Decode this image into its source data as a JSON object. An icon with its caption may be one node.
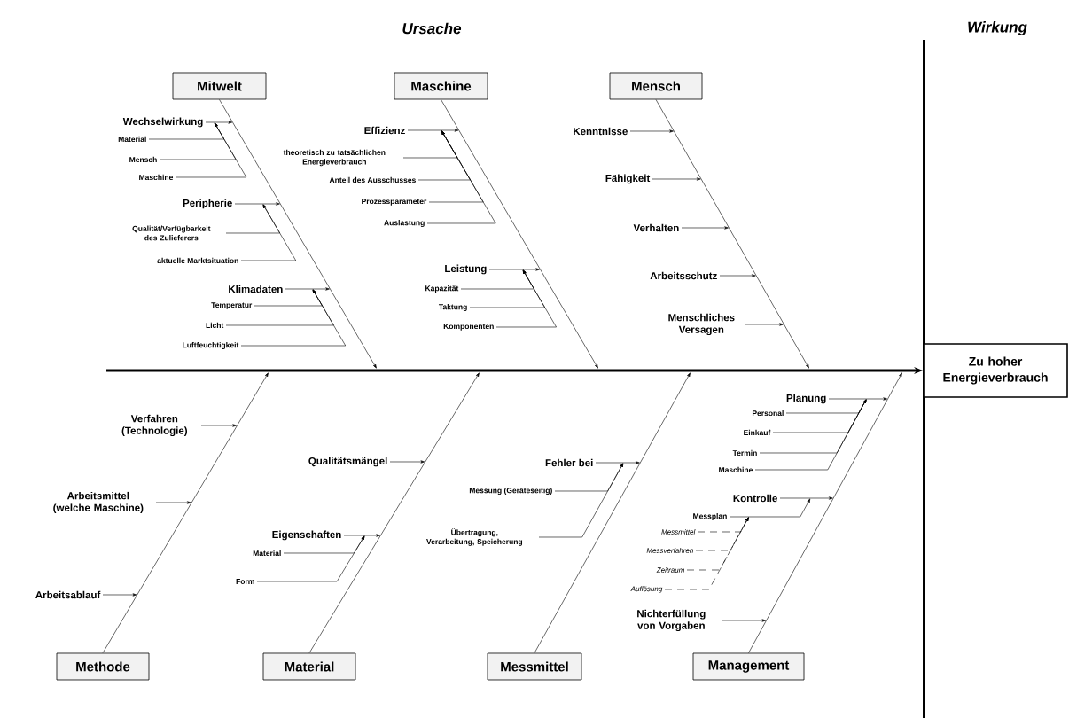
{
  "diagram": {
    "nodes": [
      {
        "text": [
          "Mitwelt"
        ]
      },
      {
        "text": [
          "Wechselwirkung"
        ]
      },
      {
        "text": [
          "Material"
        ]
      },
      {
        "text": [
          "Mensch"
        ]
      },
      {
        "text": [
          "Maschine"
        ]
      },
      {
        "text": [
          "Peripherie"
        ]
      },
      {
        "text": [
          "Qualität/Verfügbarkeit des Zulieferers"
        ]
      },
      {
        "text": [
          "aktuelle Marktsituation"
        ]
      },
      {
        "text": [
          "Klimadaten"
        ]
      },
      {
        "text": [
          "Temperatur"
        ]
      },
      {
        "text": [
          "Licht"
        ]
      },
      {
        "text": [
          "Luftfeuchtigkeit"
        ]
      },
      {
        "text": [
          "Maschine"
        ]
      },
      {
        "text": [
          "Effizienz"
        ]
      },
      {
        "text": [
          "theoretisch zu tatsächlichen Energieverbrauch"
        ]
      },
      {
        "text": [
          "Anteil des Ausschusses"
        ]
      },
      {
        "text": [
          "Prozessparameter"
        ]
      },
      {
        "text": [
          "Auslastung"
        ]
      },
      {
        "text": [
          "Leistung"
        ]
      },
      {
        "text": [
          "Kapazität"
        ]
      },
      {
        "text": [
          "Taktung"
        ]
      },
      {
        "text": [
          "Komponenten"
        ]
      },
      {
        "text": [
          "Mensch"
        ]
      },
      {
        "text": [
          "Kenntnisse"
        ]
      },
      {
        "text": [
          "Fähigkeit"
        ]
      },
      {
        "text": [
          "Verhalten"
        ]
      },
      {
        "text": [
          "Arbeitsschutz"
        ]
      },
      {
        "text": [
          "Menschliches Versagen"
        ]
      },
      {
        "text": [
          "Zu hoher Energieverbrauch"
        ]
      },
      {
        "text": [
          "Verfahren (Technologie)"
        ]
      },
      {
        "text": [
          "Arbeitsmittel (welche Maschine)"
        ]
      },
      {
        "text": [
          "Arbeitsablauf"
        ]
      },
      {
        "text": [
          "Methode"
        ]
      },
      {
        "text": [
          "Qualitätsmängel"
        ]
      },
      {
        "text": [
          "Eigenschaften"
        ]
      },
      {
        "text": [
          "Material"
        ]
      },
      {
        "text": [
          "Form"
        ]
      },
      {
        "text": [
          "Material"
        ]
      },
      {
        "text": [
          "Fehler bei"
        ]
      },
      {
        "text": [
          "Messung (Geräteseitig)"
        ]
      },
      {
        "text": [
          "Übertragung, Verarbeitung, Speicherung"
        ]
      },
      {
        "text": [
          "Messmittel"
        ]
      },
      {
        "text": [
          "Planung"
        ]
      },
      {
        "text": [
          "Personal"
        ]
      },
      {
        "text": [
          "Einkauf"
        ]
      },
      {
        "text": [
          "Termin"
        ]
      },
      {
        "text": [
          "Maschine"
        ]
      },
      {
        "text": [
          "Kontrolle"
        ]
      },
      {
        "text": [
          "Messplan"
        ]
      },
      {
        "text": [
          "Messmittel"
        ]
      },
      {
        "text": [
          "Messverfahren"
        ]
      },
      {
        "text": [
          "Zeitraum"
        ]
      },
      {
        "text": [
          "Auflösung"
        ]
      },
      {
        "text": [
          "Nichterfüllung von Vorgaben"
        ]
      },
      {
        "text": [
          "Management"
        ]
      }
    ],
    "edges": [
      {
        "from": null,
        "to": 28,
        "arrow": "to",
        "style": "thick"
      },
      {
        "from": 0,
        "to": null,
        "arrow": "to"
      },
      {
        "from": 12,
        "to": null,
        "arrow": "to"
      },
      {
        "from": 22,
        "to": null,
        "arrow": "to"
      },
      {
        "from": 32,
        "to": null,
        "arrow": "to"
      },
      {
        "from": 37,
        "to": null,
        "arrow": "to"
      },
      {
        "from": 41,
        "to": null,
        "arrow": "to"
      },
      {
        "from": 54,
        "to": null,
        "arrow": "to"
      },
      {
        "from": 1,
        "to": null,
        "arrow": "to"
      },
      {
        "from": 2,
        "to": 1,
        "arrow": "to"
      },
      {
        "from": 3,
        "to": 1,
        "arrow": "to"
      },
      {
        "from": 4,
        "to": 1,
        "arrow": "to"
      },
      {
        "from": 5,
        "to": null,
        "arrow": "to"
      },
      {
        "from": 6,
        "to": 5,
        "arrow": "to"
      },
      {
        "from": 7,
        "to": 5,
        "arrow": "to"
      },
      {
        "from": 8,
        "to": null,
        "arrow": "to"
      },
      {
        "from": 9,
        "to": 8,
        "arrow": "to"
      },
      {
        "from": 10,
        "to": 8,
        "arrow": "to"
      },
      {
        "from": 11,
        "to": 8,
        "arrow": "to"
      },
      {
        "from": 13,
        "to": null,
        "arrow": "to"
      },
      {
        "from": 14,
        "to": 13,
        "arrow": "to"
      },
      {
        "from": 15,
        "to": 13,
        "arrow": "to"
      },
      {
        "from": 16,
        "to": 13,
        "arrow": "to"
      },
      {
        "from": 17,
        "to": 13,
        "arrow": "to"
      },
      {
        "from": 18,
        "to": null,
        "arrow": "to"
      },
      {
        "from": 19,
        "to": 18,
        "arrow": "to"
      },
      {
        "from": 20,
        "to": 18,
        "arrow": "to"
      },
      {
        "from": 21,
        "to": 18,
        "arrow": "to"
      },
      {
        "from": 23,
        "to": null,
        "arrow": "to"
      },
      {
        "from": 24,
        "to": null,
        "arrow": "to"
      },
      {
        "from": 25,
        "to": null,
        "arrow": "to"
      },
      {
        "from": 26,
        "to": null,
        "arrow": "to"
      },
      {
        "from": 27,
        "to": null,
        "arrow": "to"
      },
      {
        "from": 29,
        "to": null,
        "arrow": "to"
      },
      {
        "from": 30,
        "to": null,
        "arrow": "to"
      },
      {
        "from": 31,
        "to": null,
        "arrow": "to"
      },
      {
        "from": 33,
        "to": null,
        "arrow": "to"
      },
      {
        "from": 34,
        "to": null,
        "arrow": "to"
      },
      {
        "from": 35,
        "to": 34,
        "arrow": "to"
      },
      {
        "from": 36,
        "to": 34,
        "arrow": "to"
      },
      {
        "from": 38,
        "to": null,
        "arrow": "to"
      },
      {
        "from": 39,
        "to": 38,
        "arrow": "to"
      },
      {
        "from": 40,
        "to": 38,
        "arrow": "to"
      },
      {
        "from": 42,
        "to": null,
        "arrow": "to"
      },
      {
        "from": 43,
        "to": 42,
        "arrow": "to"
      },
      {
        "from": 44,
        "to": 42,
        "arrow": "to"
      },
      {
        "from": 45,
        "to": 42,
        "arrow": "to"
      },
      {
        "from": 46,
        "to": 42,
        "arrow": "to"
      },
      {
        "from": 47,
        "to": null,
        "arrow": "to"
      },
      {
        "from": 48,
        "to": 47,
        "arrow": "to"
      },
      {
        "from": 49,
        "to": 48,
        "arrow": "to",
        "style": "dashed"
      },
      {
        "from": 50,
        "to": 48,
        "arrow": "to",
        "style": "dashed"
      },
      {
        "from": 51,
        "to": 48,
        "arrow": "to",
        "style": "dashed"
      },
      {
        "from": 52,
        "to": 48,
        "arrow": "to",
        "style": "dashed"
      },
      {
        "from": 53,
        "to": null,
        "arrow": "to"
      }
    ],
    "labels": [
      "Ursache",
      "Wirkung"
    ]
  }
}
